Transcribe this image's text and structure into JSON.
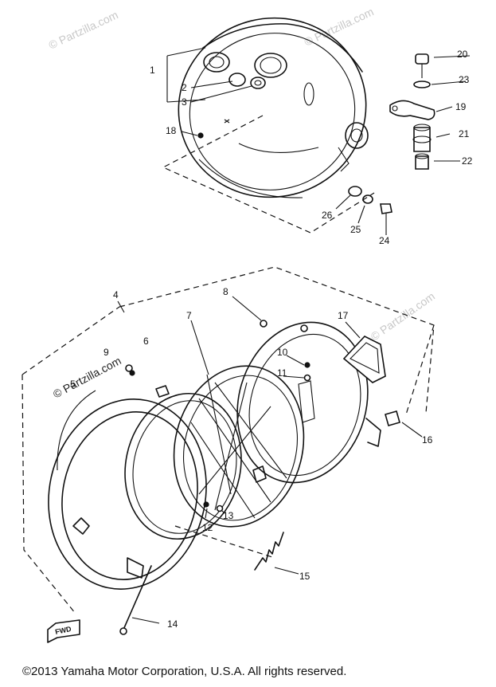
{
  "watermark": "© Partzilla.com",
  "copyright": "©2013  Yamaha Motor Corporation, U.S.A. All rights reserved.",
  "fwd_label": "FWD",
  "callouts": [
    "1",
    "2",
    "3",
    "4",
    "5",
    "6",
    "7",
    "8",
    "9",
    "10",
    "11",
    "12",
    "13",
    "14",
    "15",
    "16",
    "17",
    "18",
    "19",
    "20",
    "21",
    "22",
    "23",
    "24",
    "25",
    "26"
  ]
}
